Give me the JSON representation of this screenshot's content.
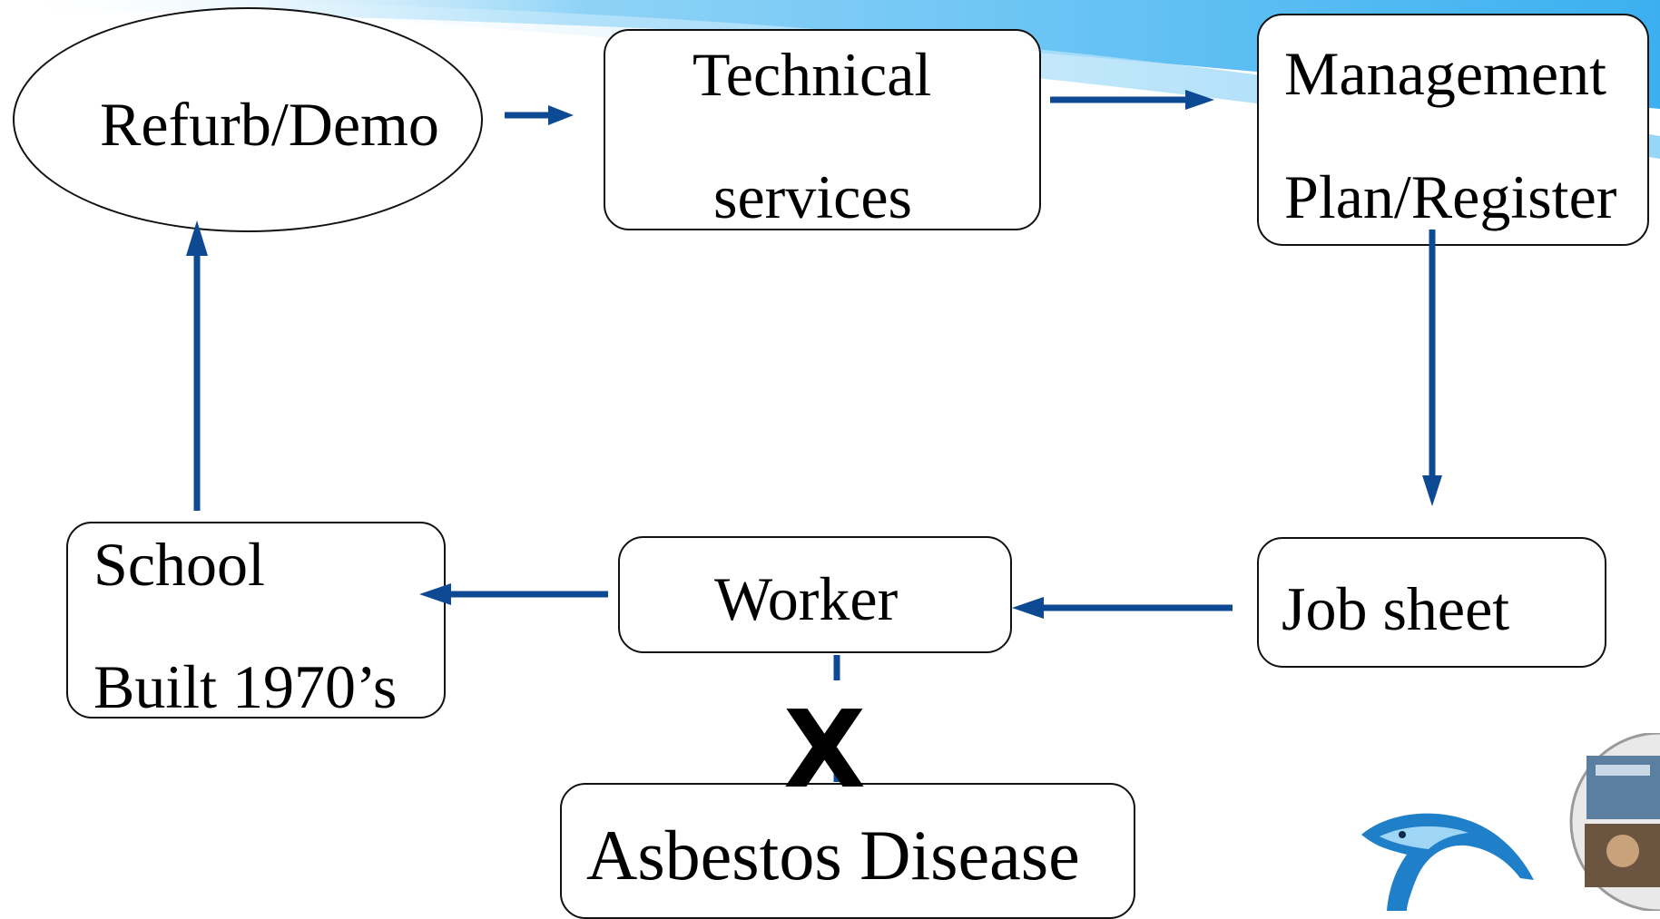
{
  "diagram": {
    "nodes": {
      "refurb": {
        "label": "Refurb/Demo"
      },
      "technical": {
        "line1": "Technical",
        "line2": "services"
      },
      "management": {
        "line1": "Management",
        "line2": "Plan/Register"
      },
      "jobsheet": {
        "label": "Job sheet"
      },
      "worker": {
        "label": "Worker"
      },
      "school": {
        "line1": "School",
        "line2": "Built 1970’s"
      },
      "asbestos": {
        "label": "Asbestos Disease"
      }
    },
    "blocked_mark": "X",
    "colors": {
      "arrow": "#0e4a94",
      "border": "#111111",
      "swoosh": "#5bbcf2"
    }
  }
}
